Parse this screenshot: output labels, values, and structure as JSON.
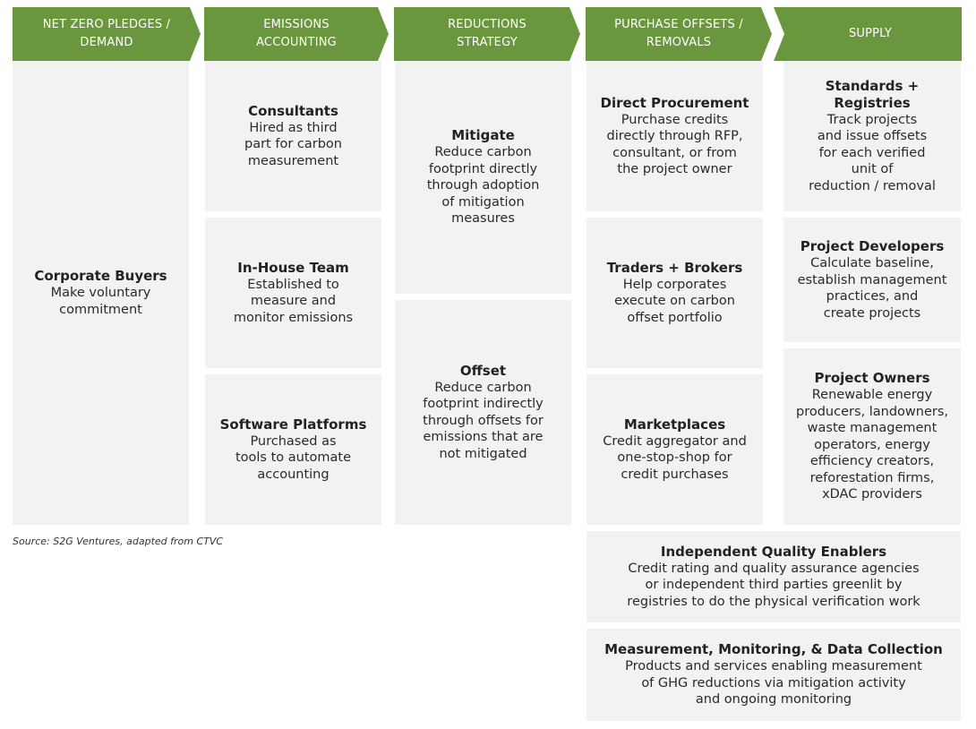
{
  "colors": {
    "header_green": "#6a973d",
    "box_gray": "#f2f2f2",
    "text": "#222222"
  },
  "headers": [
    {
      "label": "NET ZERO PLEDGES /\nDEMAND"
    },
    {
      "label": "EMISSIONS\nACCOUNTING"
    },
    {
      "label": "REDUCTIONS\nSTRATEGY"
    },
    {
      "label": "PURCHASE OFFSETS /\nREMOVALS"
    },
    {
      "label": "SUPPLY"
    }
  ],
  "demand": {
    "corporate_buyers": {
      "title": "Corporate Buyers",
      "desc": "Make voluntary\ncommitment"
    }
  },
  "accounting": {
    "consultants": {
      "title": "Consultants",
      "desc": "Hired as third\npart for carbon\nmeasurement"
    },
    "in_house": {
      "title": "In-House Team",
      "desc": "Established to\nmeasure and\nmonitor emissions"
    },
    "software": {
      "title": "Software Platforms",
      "desc": "Purchased as\ntools to automate\naccounting"
    }
  },
  "strategy": {
    "mitigate": {
      "title": "Mitigate",
      "desc": "Reduce carbon\nfootprint directly\nthrough adoption\nof mitigation\nmeasures"
    },
    "offset": {
      "title": "Offset",
      "desc": "Reduce carbon\nfootprint indirectly\nthrough offsets for\nemissions that are\nnot mitigated"
    }
  },
  "offsets": {
    "direct": {
      "title": "Direct Procurement",
      "desc": "Purchase credits\ndirectly through RFP,\nconsultant, or from\nthe project owner"
    },
    "traders": {
      "title": "Traders + Brokers",
      "desc": "Help corporates\nexecute on carbon\noffset portfolio"
    },
    "marketplaces": {
      "title": "Marketplaces",
      "desc": "Credit aggregator and\none-stop-shop for\ncredit purchases"
    }
  },
  "supply": {
    "standards": {
      "title": "Standards + Registries",
      "desc": "Track projects\nand issue offsets\nfor each verified\nunit of\nreduction / removal"
    },
    "developers": {
      "title": "Project Developers",
      "desc": "Calculate baseline,\nestablish management\npractices, and\ncreate projects"
    },
    "owners": {
      "title": "Project Owners",
      "desc": "Renewable energy\nproducers, landowners,\nwaste management\noperators, energy\nefficiency creators,\nreforestation firms,\nxDAC providers"
    }
  },
  "enablers": {
    "quality": {
      "title": "Independent Quality Enablers",
      "desc": "Credit rating and quality assurance agencies\nor independent third parties greenlit by\nregistries to do the physical verification work"
    },
    "mmdc": {
      "title": "Measurement, Monitoring, & Data Collection",
      "desc": "Products and services enabling measurement\nof GHG reductions via mitigation activity\nand ongoing monitoring"
    }
  },
  "source": "Source: S2G Ventures, adapted from CTVC"
}
